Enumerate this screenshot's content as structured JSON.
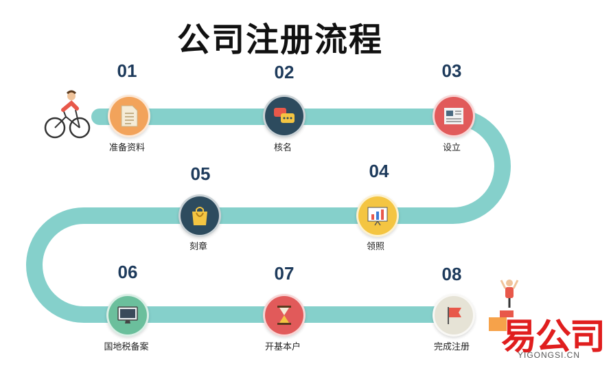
{
  "title": "公司注册流程",
  "steps": [
    {
      "num": "01",
      "label": "准备资料",
      "icon": "document-icon",
      "color": "#f2a35b"
    },
    {
      "num": "02",
      "label": "核名",
      "icon": "chat-bubbles-icon",
      "color": "#2d4b5e"
    },
    {
      "num": "03",
      "label": "设立",
      "icon": "newspaper-icon",
      "color": "#e15a5a"
    },
    {
      "num": "04",
      "label": "领照",
      "icon": "presentation-chart-icon",
      "color": "#f4c542"
    },
    {
      "num": "05",
      "label": "刻章",
      "icon": "shopping-bag-icon",
      "color": "#2d4b5e"
    },
    {
      "num": "06",
      "label": "国地税备案",
      "icon": "monitor-icon",
      "color": "#6bbf9c"
    },
    {
      "num": "07",
      "label": "开基本户",
      "icon": "hourglass-icon",
      "color": "#e15a5a"
    },
    {
      "num": "08",
      "label": "完成注册",
      "icon": "flag-icon",
      "color": "#e6e3d6"
    }
  ],
  "logo": {
    "text": "易公司",
    "url": "YIGONGSI.CN"
  },
  "colors": {
    "track": "#85d0cb",
    "number": "#1e3b5c",
    "logo": "#e01e1e"
  }
}
